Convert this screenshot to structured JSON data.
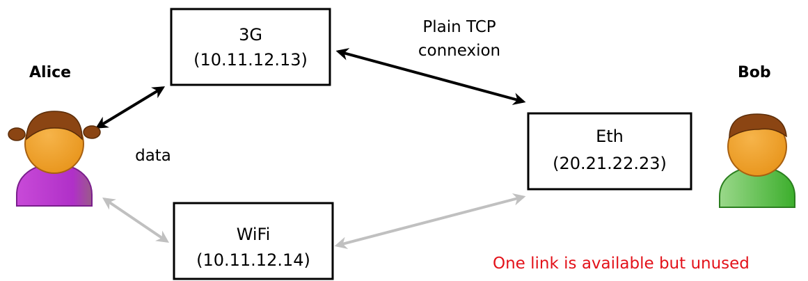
{
  "people": {
    "alice": {
      "name": "Alice",
      "hair": "#8b4513",
      "skin": "#f0a030",
      "shirt": "#b030c8"
    },
    "bob": {
      "name": "Bob",
      "hair": "#8b4513",
      "skin": "#f0a030",
      "shirt": "#3cae2c"
    }
  },
  "interfaces": {
    "g3": {
      "name": "3G",
      "ip": "(10.11.12.13)"
    },
    "wifi": {
      "name": "WiFi",
      "ip": "(10.11.12.14)"
    },
    "eth": {
      "name": "Eth",
      "ip": "(20.21.22.23)"
    }
  },
  "edges": {
    "tcp_label_line1": "Plain TCP",
    "tcp_label_line2": "connexion",
    "data_label": "data"
  },
  "note": "One link is available but unused",
  "colors": {
    "active_link": "#000000",
    "unused_link": "#c0c0c0",
    "note": "#e3121a"
  }
}
